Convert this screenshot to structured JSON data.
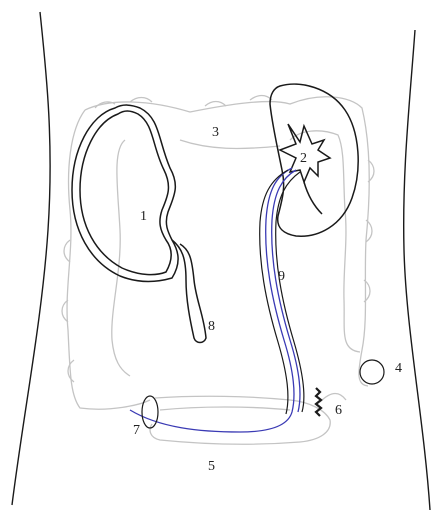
{
  "labels": {
    "l1": "1",
    "l2": "2",
    "l3": "3",
    "l4": "4",
    "l5": "5",
    "l6": "6",
    "l7": "7",
    "l8": "8",
    "l9": "9"
  },
  "colors": {
    "outline": "#1a1a1a",
    "colon": "#c4c4c4",
    "stent": "#3a3ab4",
    "background": "#ffffff"
  }
}
